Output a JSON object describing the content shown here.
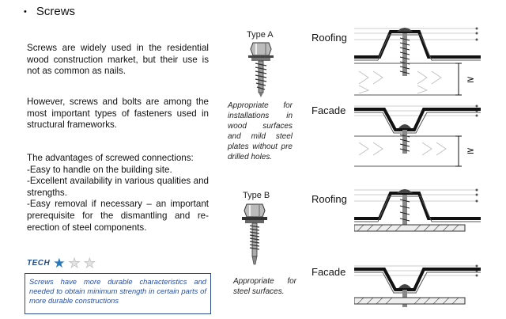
{
  "heading": {
    "bullet": "•",
    "title": "Screws"
  },
  "paragraphs": {
    "p1": "Screws are widely used in the residential wood construction market, but their use is not as common as nails.",
    "p2": "However, screws and bolts are among the most important types of fasteners used in structural frameworks.",
    "p3_title": "The advantages of screwed connections:",
    "p3_items": [
      "-Easy to handle on the building site.",
      "-Excellent availability in various qualities and strengths.",
      "-Easy removal if necessary – an important prerequisite for the dismantling and re-erection of steel components."
    ]
  },
  "tech": {
    "label": "TECH",
    "rating": 1,
    "max": 3
  },
  "note": "Screws have more durable characteristics and needed to obtain minimum strength in certain parts of more durable constructions",
  "screws": [
    {
      "type_label": "Type A",
      "caption": "Appropriate for installations in wood surfaces and mild steel plates without pre drilled holes."
    },
    {
      "type_label": "Type B",
      "caption": "Appropriate for steel surfaces."
    }
  ],
  "diagrams": [
    {
      "label": "Roofing",
      "symbol": "≥"
    },
    {
      "label": "Facade",
      "symbol": "≥"
    },
    {
      "label": "Roofing"
    },
    {
      "label": "Facade"
    }
  ]
}
